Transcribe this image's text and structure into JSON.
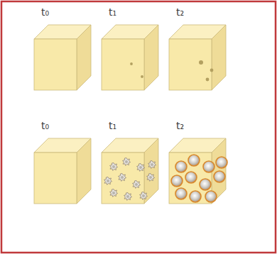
{
  "diagram": {
    "labels": [
      "t₀",
      "t₁",
      "t₂",
      "t₀",
      "t₁",
      "t₂"
    ]
  }
}
